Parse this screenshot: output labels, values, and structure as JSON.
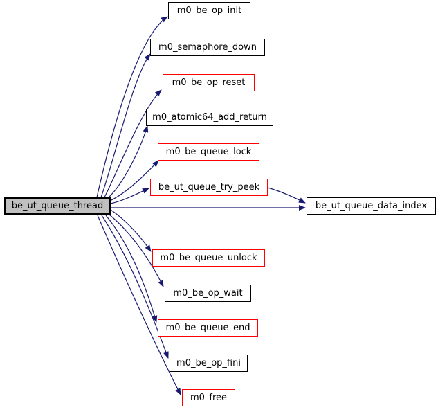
{
  "graph": {
    "type": "call-graph",
    "colors": {
      "edge_color": "#191970",
      "highlight_border_color": "#ff0000",
      "default_border_color": "#000000",
      "root_fill_color": "#c0c0c0",
      "node_fill_color": "#ffffff",
      "text_color": "#000000",
      "background_color": "#ffffff"
    },
    "nodes": [
      {
        "id": "be_ut_queue_thread",
        "label": "be_ut_queue_thread",
        "role": "root",
        "border": "black"
      },
      {
        "id": "m0_be_op_init",
        "label": "m0_be_op_init",
        "role": "callee",
        "border": "black"
      },
      {
        "id": "m0_semaphore_down",
        "label": "m0_semaphore_down",
        "role": "callee",
        "border": "black"
      },
      {
        "id": "m0_be_op_reset",
        "label": "m0_be_op_reset",
        "role": "callee",
        "border": "red"
      },
      {
        "id": "m0_atomic64_add_return",
        "label": "m0_atomic64_add_return",
        "role": "callee",
        "border": "black"
      },
      {
        "id": "m0_be_queue_lock",
        "label": "m0_be_queue_lock",
        "role": "callee",
        "border": "red"
      },
      {
        "id": "be_ut_queue_try_peek",
        "label": "be_ut_queue_try_peek",
        "role": "callee",
        "border": "red"
      },
      {
        "id": "be_ut_queue_data_index",
        "label": "be_ut_queue_data_index",
        "role": "callee",
        "border": "black"
      },
      {
        "id": "m0_be_queue_unlock",
        "label": "m0_be_queue_unlock",
        "role": "callee",
        "border": "red"
      },
      {
        "id": "m0_be_op_wait",
        "label": "m0_be_op_wait",
        "role": "callee",
        "border": "black"
      },
      {
        "id": "m0_be_queue_end",
        "label": "m0_be_queue_end",
        "role": "callee",
        "border": "red"
      },
      {
        "id": "m0_be_op_fini",
        "label": "m0_be_op_fini",
        "role": "callee",
        "border": "black"
      },
      {
        "id": "m0_free",
        "label": "m0_free",
        "role": "callee",
        "border": "red"
      }
    ],
    "edges": [
      {
        "from": "be_ut_queue_thread",
        "to": "m0_be_op_init"
      },
      {
        "from": "be_ut_queue_thread",
        "to": "m0_semaphore_down"
      },
      {
        "from": "be_ut_queue_thread",
        "to": "m0_be_op_reset"
      },
      {
        "from": "be_ut_queue_thread",
        "to": "m0_atomic64_add_return"
      },
      {
        "from": "be_ut_queue_thread",
        "to": "m0_be_queue_lock"
      },
      {
        "from": "be_ut_queue_thread",
        "to": "be_ut_queue_try_peek"
      },
      {
        "from": "be_ut_queue_thread",
        "to": "be_ut_queue_data_index"
      },
      {
        "from": "be_ut_queue_try_peek",
        "to": "be_ut_queue_data_index"
      },
      {
        "from": "be_ut_queue_thread",
        "to": "m0_be_queue_unlock"
      },
      {
        "from": "be_ut_queue_thread",
        "to": "m0_be_op_wait"
      },
      {
        "from": "be_ut_queue_thread",
        "to": "m0_be_queue_end"
      },
      {
        "from": "be_ut_queue_thread",
        "to": "m0_be_op_fini"
      },
      {
        "from": "be_ut_queue_thread",
        "to": "m0_free"
      }
    ]
  }
}
